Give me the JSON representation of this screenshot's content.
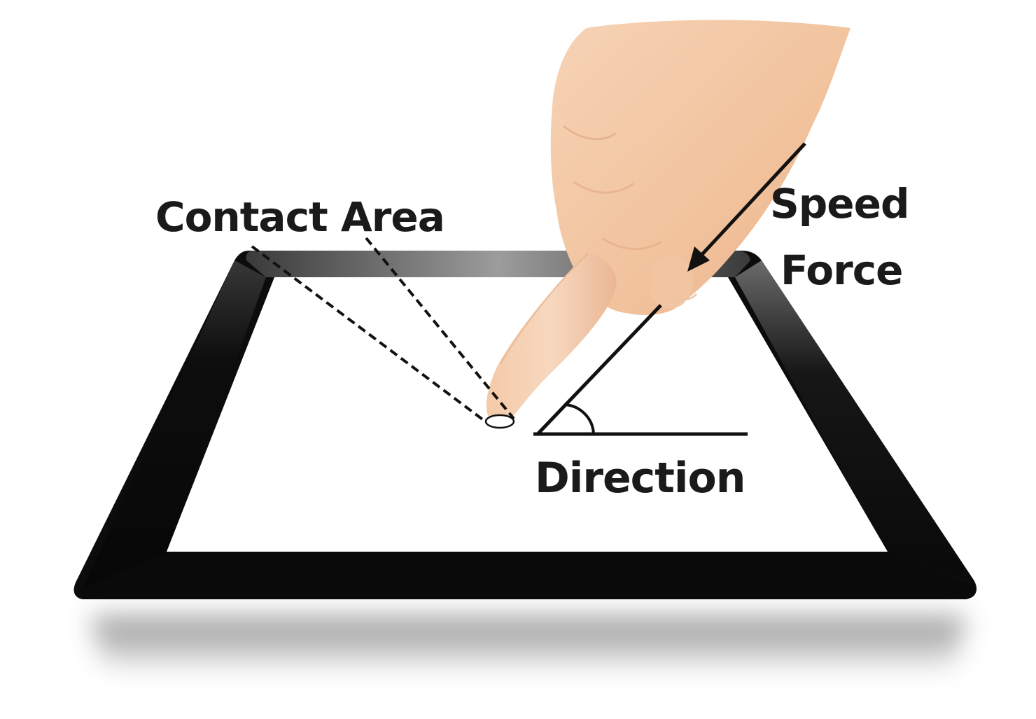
{
  "labels": {
    "contact_area": "Contact Area",
    "speed": "Speed",
    "force": "Force",
    "direction": "Direction"
  },
  "colors": {
    "frame": "#0d0d0d",
    "screen": "#ffffff",
    "skin": "#f4c9a6",
    "shadow": "#9a9a9a",
    "text": "#1a1a1a"
  },
  "icons": {
    "hand": "pointing-hand-icon",
    "angle": "angle-arc-icon",
    "contact": "contact-ellipse-icon"
  }
}
